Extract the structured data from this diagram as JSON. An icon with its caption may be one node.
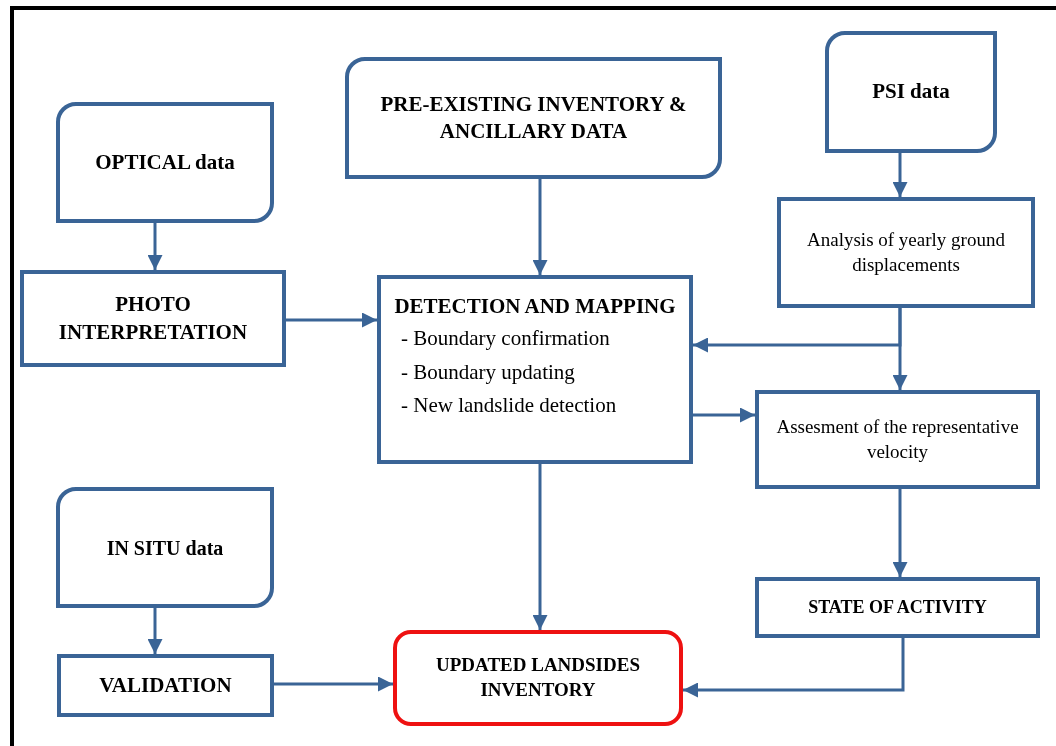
{
  "diagram": {
    "nodes": [
      {
        "text": [
          "OPTICAL data"
        ]
      },
      {
        "text": [
          "PRE-EXISTING INVENTORY & ANCILLARY DATA"
        ]
      },
      {
        "text": [
          "PSI data"
        ]
      },
      {
        "text": [
          "PHOTO INTERPRETATION"
        ]
      },
      {
        "text": [
          "DETECTION AND MAPPING",
          "- Boundary confirmation",
          "- Boundary updating",
          "- New landslide detection"
        ]
      },
      {
        "text": [
          "Analysis of yearly ground displacements"
        ]
      },
      {
        "text": [
          "Assesment of the representative velocity"
        ]
      },
      {
        "text": [
          "IN SITU data"
        ]
      },
      {
        "text": [
          "STATE OF ACTIVITY"
        ]
      },
      {
        "text": [
          "VALIDATION"
        ]
      },
      {
        "text": [
          "UPDATED LANDSIDES INVENTORY"
        ]
      }
    ],
    "edges": [
      {
        "from": 0,
        "to": 3,
        "arrow": "to"
      },
      {
        "from": 1,
        "to": 4,
        "arrow": "to"
      },
      {
        "from": 2,
        "to": 5,
        "arrow": "to"
      },
      {
        "from": 3,
        "to": 4,
        "arrow": "to"
      },
      {
        "from": 5,
        "to": 4,
        "arrow": "to"
      },
      {
        "from": 5,
        "to": 6,
        "arrow": "to"
      },
      {
        "from": 4,
        "to": 6,
        "arrow": "to"
      },
      {
        "from": 4,
        "to": 10,
        "arrow": "to"
      },
      {
        "from": 7,
        "to": 9,
        "arrow": "to"
      },
      {
        "from": 9,
        "to": 10,
        "arrow": "to"
      },
      {
        "from": 6,
        "to": 8,
        "arrow": "to"
      },
      {
        "from": 8,
        "to": 10,
        "arrow": "to"
      }
    ]
  }
}
